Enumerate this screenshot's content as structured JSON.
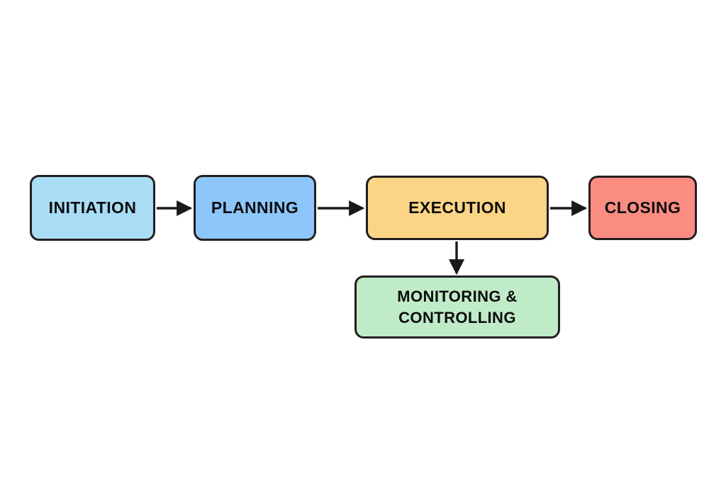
{
  "diagram": {
    "type": "flowchart",
    "orientation": "left-to-right with one downward branch",
    "background_color": "#ffffff",
    "border_color": "#231f20",
    "arrow_color": "#1a1a1a",
    "nodes": [
      {
        "id": "initiation",
        "label": "INITIATION",
        "color": "#a8ddf5",
        "shape": "rounded-rectangle",
        "order": 1
      },
      {
        "id": "planning",
        "label": "PLANNING",
        "color": "#8cc6fb",
        "shape": "rounded-rectangle",
        "order": 2
      },
      {
        "id": "execution",
        "label": "EXECUTION",
        "color": "#fcd486",
        "shape": "rounded-rectangle",
        "order": 3
      },
      {
        "id": "closing",
        "label": "CLOSING",
        "color": "#fa8c82",
        "shape": "rounded-rectangle",
        "order": 4
      },
      {
        "id": "monitoring",
        "label": "MONITORING &\nCONTROLLING",
        "color": "#c0ebc9",
        "shape": "rounded-rectangle",
        "order": 5
      }
    ],
    "edges": [
      {
        "id": "initiation-to-planning",
        "from": "initiation",
        "to": "planning",
        "direction": "right",
        "label": ""
      },
      {
        "id": "planning-to-execution",
        "from": "planning",
        "to": "execution",
        "direction": "right",
        "label": ""
      },
      {
        "id": "execution-to-closing",
        "from": "execution",
        "to": "closing",
        "direction": "right",
        "label": ""
      },
      {
        "id": "execution-to-monitoring",
        "from": "execution",
        "to": "monitoring",
        "direction": "down",
        "label": ""
      }
    ]
  }
}
